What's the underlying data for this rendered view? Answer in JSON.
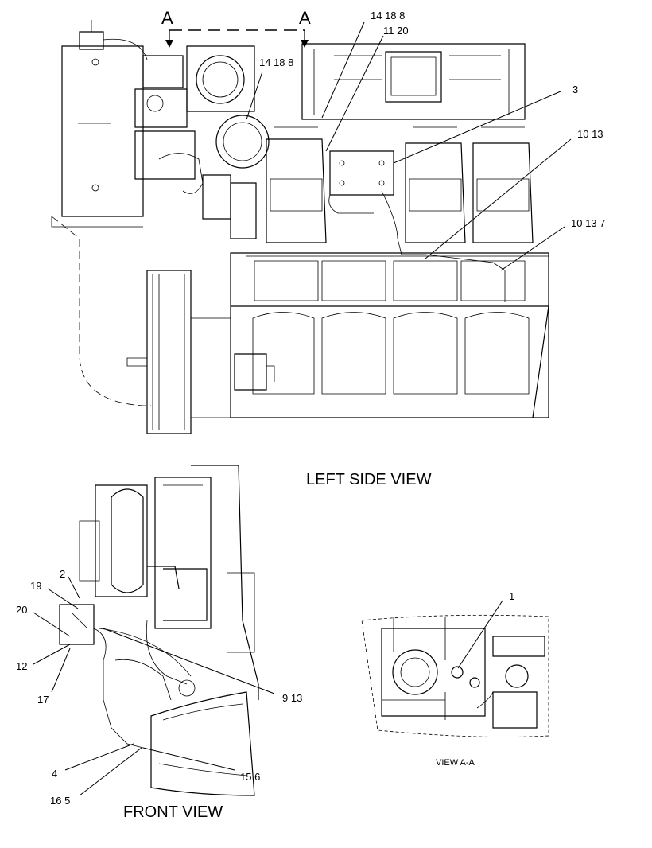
{
  "section_marker_left": "A",
  "section_marker_right": "A",
  "views": {
    "left_side": "LEFT SIDE VIEW",
    "front": "FRONT VIEW",
    "section": "VIEW A-A"
  },
  "callouts": {
    "c_14_18_8_top": "14  18  8",
    "c_11_20": "11  20",
    "c_14_18_8_mid": "14  18  8",
    "c_3": "3",
    "c_10_13": "10  13",
    "c_10_13_7": "10  13  7",
    "c_2": "2",
    "c_19": "19",
    "c_20": "20",
    "c_12": "12",
    "c_17": "17",
    "c_9_13": "9  13",
    "c_4": "4",
    "c_15_6": "15  6",
    "c_16_5": "16  5",
    "c_1": "1"
  }
}
